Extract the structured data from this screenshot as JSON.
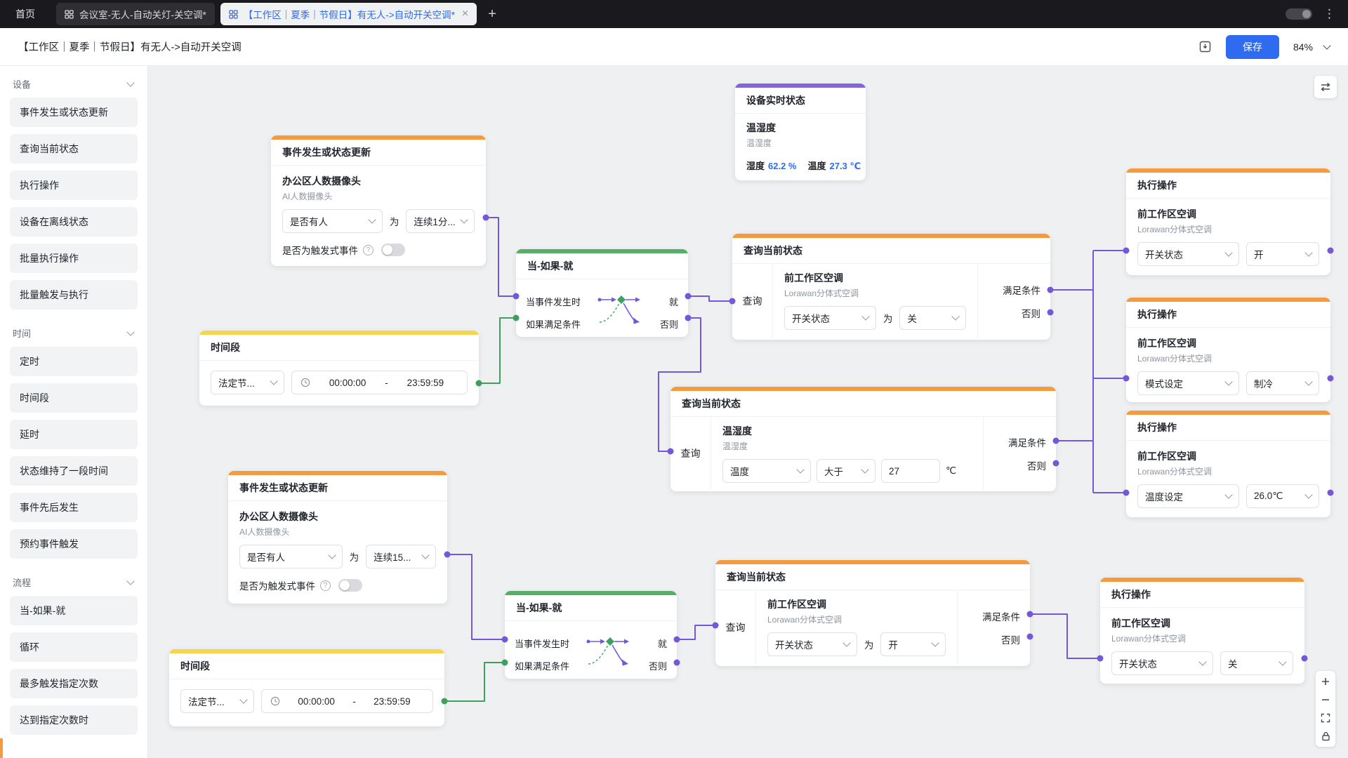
{
  "topbar": {
    "home_label": "首页",
    "tab1": "会议室-无人-自动关灯-关空调*",
    "tab2": "【工作区｜夏季｜节假日】有无人->自动开关空调*"
  },
  "icons": {
    "close": "×",
    "more": "⋮",
    "new_tab": "+"
  },
  "toolbar": {
    "title": "【工作区｜夏季｜节假日】有无人->自动开关空调",
    "save_label": "保存",
    "zoom": "84%"
  },
  "sidebar": {
    "sections": [
      {
        "label": "设备",
        "items": [
          "事件发生或状态更新",
          "查询当前状态",
          "执行操作",
          "设备在离线状态",
          "批量执行操作",
          "批量触发与执行"
        ]
      },
      {
        "label": "时间",
        "items": [
          "定时",
          "时间段",
          "延时",
          "状态维持了一段时间",
          "事件先后发生",
          "预约事件触发"
        ]
      },
      {
        "label": "流程",
        "items": [
          "当-如果-就",
          "循环",
          "最多触发指定次数",
          "达到指定次数时"
        ]
      }
    ]
  },
  "nodes": {
    "status": {
      "title": "设备实时状态",
      "device": "温湿度",
      "device_sub": "温湿度",
      "humidity_label": "湿度",
      "humidity_value": "62.2 %",
      "temp_label": "温度",
      "temp_value": "27.3 ℃"
    },
    "event1": {
      "title": "事件发生或状态更新",
      "device": "办公区人数摄像头",
      "device_sub": "AI人数摄像头",
      "select1": "是否有人",
      "mid": "为",
      "select2": "连续1分...",
      "trigger_label": "是否为触发式事件"
    },
    "event2": {
      "title": "事件发生或状态更新",
      "device": "办公区人数摄像头",
      "device_sub": "AI人数摄像头",
      "select1": "是否有人",
      "mid": "为",
      "select2": "连续15...",
      "trigger_label": "是否为触发式事件"
    },
    "if1": {
      "title": "当-如果-就",
      "in1": "当事件发生时",
      "in2": "如果满足条件",
      "out1": "就",
      "out2": "否则"
    },
    "if2": {
      "title": "当-如果-就",
      "in1": "当事件发生时",
      "in2": "如果满足条件",
      "out1": "就",
      "out2": "否则"
    },
    "query1": {
      "title": "查询当前状态",
      "side": "查询",
      "device": "前工作区空调",
      "device_sub": "Lorawan分体式空调",
      "select1": "开关状态",
      "mid": "为",
      "select2": "关",
      "out1": "满足条件",
      "out2": "否则"
    },
    "query2": {
      "title": "查询当前状态",
      "side": "查询",
      "device": "温湿度",
      "device_sub": "温湿度",
      "select1": "温度",
      "select2": "大于",
      "value": "27",
      "unit": "℃",
      "out1": "满足条件",
      "out2": "否则"
    },
    "query3": {
      "title": "查询当前状态",
      "side": "查询",
      "device": "前工作区空调",
      "device_sub": "Lorawan分体式空调",
      "select1": "开关状态",
      "mid": "为",
      "select2": "开",
      "out1": "满足条件",
      "out2": "否则"
    },
    "time1": {
      "title": "时间段",
      "select1": "法定节...",
      "start": "00:00:00",
      "dash": "-",
      "end": "23:59:59"
    },
    "time2": {
      "title": "时间段",
      "select1": "法定节...",
      "start": "00:00:00",
      "dash": "-",
      "end": "23:59:59"
    },
    "exec1": {
      "title": "执行操作",
      "device": "前工作区空调",
      "device_sub": "Lorawan分体式空调",
      "select1": "开关状态",
      "select2": "开"
    },
    "exec2": {
      "title": "执行操作",
      "device": "前工作区空调",
      "device_sub": "Lorawan分体式空调",
      "select1": "模式设定",
      "select2": "制冷"
    },
    "exec3": {
      "title": "执行操作",
      "device": "前工作区空调",
      "device_sub": "Lorawan分体式空调",
      "select1": "温度设定",
      "select2": "26.0℃"
    },
    "exec4": {
      "title": "执行操作",
      "device": "前工作区空调",
      "device_sub": "Lorawan分体式空调",
      "select1": "开关状态",
      "select2": "关"
    }
  },
  "colors": {
    "accent_blue": "#2e6bf0",
    "strip_orange": "#f59a3e",
    "strip_green": "#56ae68",
    "strip_yellow": "#f6d44d",
    "strip_purple": "#8464d8",
    "line_purple": "#7458d8",
    "line_green": "#3da05f"
  }
}
